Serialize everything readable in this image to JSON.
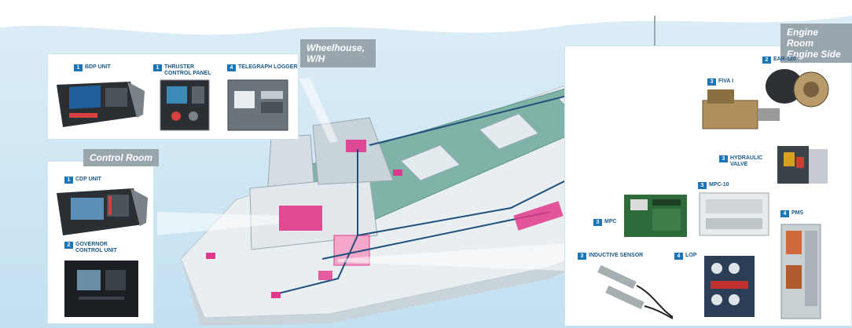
{
  "areas": {
    "wheelhouse": "Wheelhouse,\nW/H",
    "control_room": "Control Room",
    "engine_room": "Engine Room\nEngine Side"
  },
  "devices": [
    {
      "id": "bdp",
      "num": "1",
      "label": "BDP UNIT"
    },
    {
      "id": "thruster",
      "num": "1",
      "label": "THRUSTER\nCONTROL PANEL"
    },
    {
      "id": "telegraph",
      "num": "4",
      "label": "TELEGRAPH LOGGER"
    },
    {
      "id": "cdp",
      "num": "1",
      "label": "CDP UNIT"
    },
    {
      "id": "governor",
      "num": "2",
      "label": "GOVERNOR\nCONTROL UNIT"
    },
    {
      "id": "ear",
      "num": "2",
      "label": "EAR-120"
    },
    {
      "id": "fiva",
      "num": "3",
      "label": "FIVA I"
    },
    {
      "id": "hydraulic",
      "num": "3",
      "label": "HYDRAULIC\nVALVE"
    },
    {
      "id": "mpc10",
      "num": "3",
      "label": "MPC-10"
    },
    {
      "id": "mpc",
      "num": "3",
      "label": "MPC"
    },
    {
      "id": "pms",
      "num": "4",
      "label": "PMS"
    },
    {
      "id": "inductive",
      "num": "3",
      "label": "INDUCTIVE SENSOR"
    },
    {
      "id": "lop",
      "num": "4",
      "label": "LOP"
    }
  ],
  "colors": {
    "accent": "#1a76b8",
    "highlight": "#e0398c",
    "ship": "#e8eef2",
    "sea": "#cfe6f3"
  }
}
